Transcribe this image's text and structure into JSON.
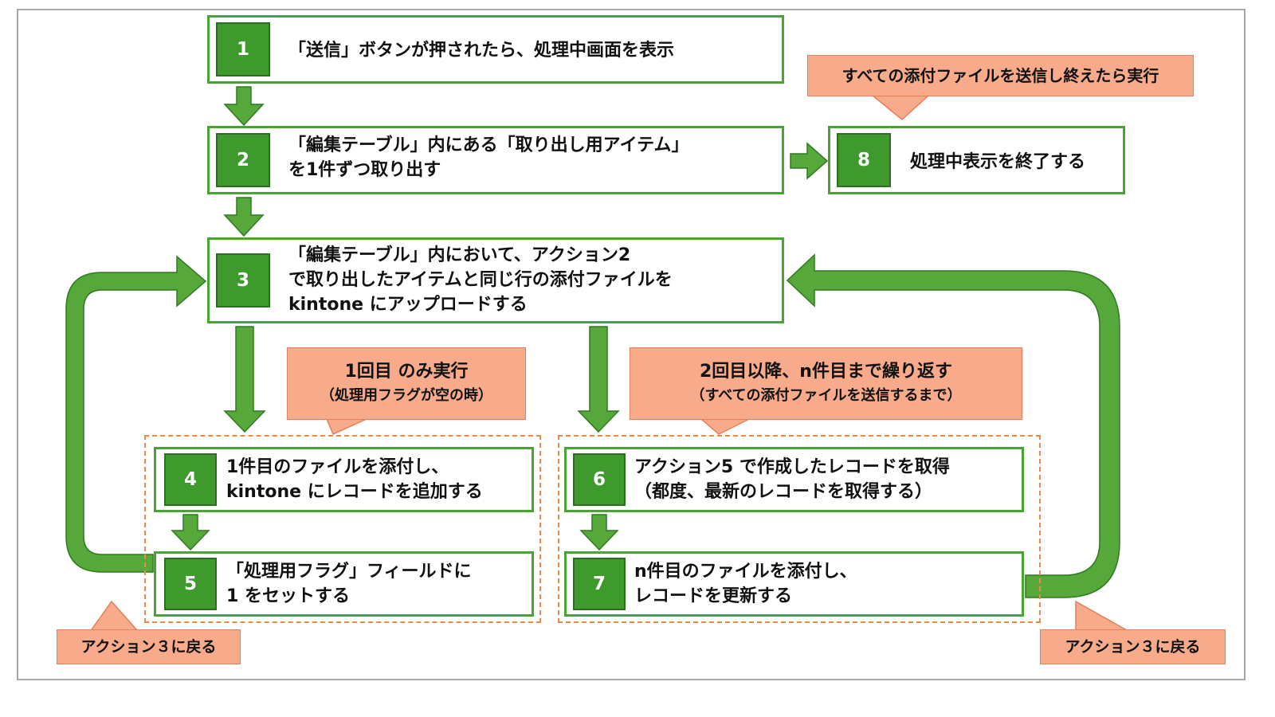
{
  "steps": [
    {
      "num": "1",
      "lines": [
        "「送信」ボタンが押されたら、処理中画面を表示"
      ]
    },
    {
      "num": "2",
      "lines": [
        "「編集テーブル」内にある「取り出し用アイテム」",
        "を1件ずつ取り出す"
      ]
    },
    {
      "num": "3",
      "lines": [
        "「編集テーブル」内において、アクション2",
        "で取り出したアイテムと同じ行の添付ファイルを",
        "kintone にアップロードする"
      ]
    },
    {
      "num": "4",
      "lines": [
        "1件目のファイルを添付し、",
        "kintone にレコードを追加する"
      ]
    },
    {
      "num": "5",
      "lines": [
        "「処理用フラグ」フィールドに",
        "1 をセットする"
      ]
    },
    {
      "num": "6",
      "lines": [
        "アクション5 で作成したレコードを取得",
        "（都度、最新のレコードを取得する）"
      ]
    },
    {
      "num": "7",
      "lines": [
        "n件目のファイルを添付し、",
        "レコードを更新する"
      ]
    },
    {
      "num": "8",
      "lines": [
        "処理中表示を終了する"
      ]
    }
  ],
  "callouts": {
    "after_all": "すべての添付ファイルを送信し終えたら実行",
    "first_only": {
      "title": "1回目 のみ実行",
      "sub": "（処理用フラグが空の時）"
    },
    "repeat": {
      "title": "2回目以降、n件目まで繰り返す",
      "sub": "（すべての添付ファイルを送信するまで）"
    },
    "back_left": "アクション３に戻る",
    "back_right": "アクション３に戻る"
  },
  "colors": {
    "green": "#4aa335",
    "green_dark": "#3f9a2e",
    "callout_fill": "#f7ab8a",
    "callout_border": "#e3805a",
    "dashed": "#ef8a45"
  }
}
